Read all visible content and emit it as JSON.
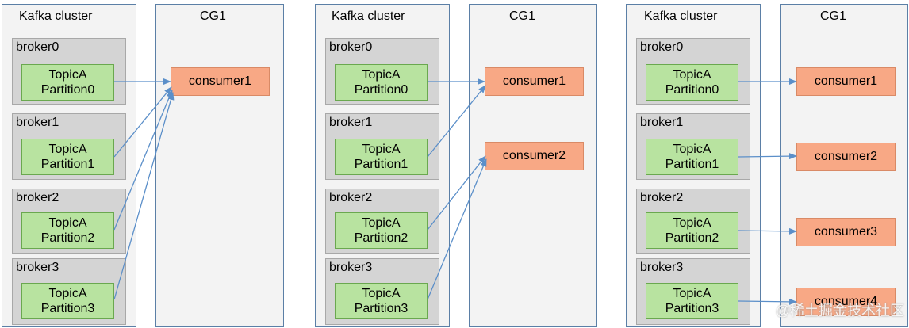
{
  "diagrams": [
    {
      "cluster_title": "Kafka cluster",
      "cg_title": "CG1",
      "brokers": [
        {
          "label": "broker0",
          "topic": "TopicA",
          "partition": "Partition0"
        },
        {
          "label": "broker1",
          "topic": "TopicA",
          "partition": "Partition1"
        },
        {
          "label": "broker2",
          "topic": "TopicA",
          "partition": "Partition2"
        },
        {
          "label": "broker3",
          "topic": "TopicA",
          "partition": "Partition3"
        }
      ],
      "consumers": [
        "consumer1"
      ]
    },
    {
      "cluster_title": "Kafka cluster",
      "cg_title": "CG1",
      "brokers": [
        {
          "label": "broker0",
          "topic": "TopicA",
          "partition": "Partition0"
        },
        {
          "label": "broker1",
          "topic": "TopicA",
          "partition": "Partition1"
        },
        {
          "label": "broker2",
          "topic": "TopicA",
          "partition": "Partition2"
        },
        {
          "label": "broker3",
          "topic": "TopicA",
          "partition": "Partition3"
        }
      ],
      "consumers": [
        "consumer1",
        "consumer2"
      ]
    },
    {
      "cluster_title": "Kafka cluster",
      "cg_title": "CG1",
      "brokers": [
        {
          "label": "broker0",
          "topic": "TopicA",
          "partition": "Partition0"
        },
        {
          "label": "broker1",
          "topic": "TopicA",
          "partition": "Partition1"
        },
        {
          "label": "broker2",
          "topic": "TopicA",
          "partition": "Partition2"
        },
        {
          "label": "broker3",
          "topic": "TopicA",
          "partition": "Partition3"
        }
      ],
      "consumers": [
        "consumer1",
        "consumer2",
        "consumer3",
        "consumer4"
      ]
    }
  ],
  "watermark": "@稀土掘金技术社区",
  "colors": {
    "panel_border": "#5b7fa6",
    "panel_fill": "#f3f3f3",
    "broker_fill": "#d4d4d4",
    "partition_fill": "#b8e3a0",
    "consumer_fill": "#f8a885",
    "arrow": "#5b8fc9"
  }
}
